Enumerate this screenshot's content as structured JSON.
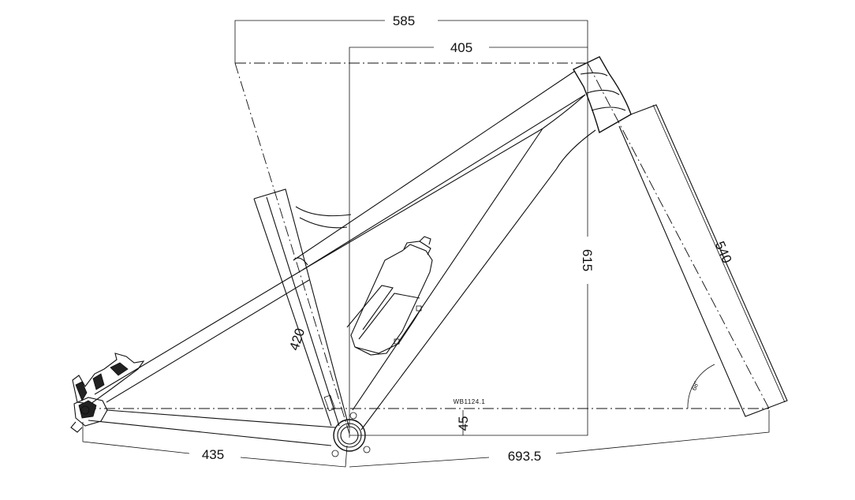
{
  "drawing": {
    "code": "WB1124.1",
    "dimensions": {
      "top_tube_horizontal": "585",
      "reach": "405",
      "stack": "615",
      "head_tube_length": "540",
      "seat_tube_length": "420",
      "bb_drop": "45",
      "chainstay": "435",
      "wheelbase_front": "693.5",
      "head_angle": "68°"
    }
  },
  "colors": {
    "line": "#111111",
    "background": "#ffffff"
  }
}
